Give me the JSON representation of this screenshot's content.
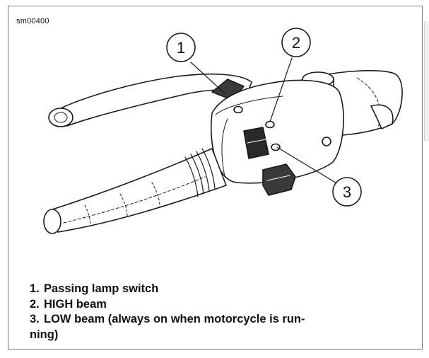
{
  "figure": {
    "id_label": "sm00400",
    "callouts": [
      {
        "number": "1"
      },
      {
        "number": "2"
      },
      {
        "number": "3"
      }
    ],
    "legend": [
      {
        "number": "1.",
        "text": "Passing lamp switch"
      },
      {
        "number": "2.",
        "text": "HIGH beam"
      },
      {
        "number": "3.",
        "text": "LOW beam (always on when motorcycle is run-",
        "continuation": "ning)"
      }
    ]
  }
}
